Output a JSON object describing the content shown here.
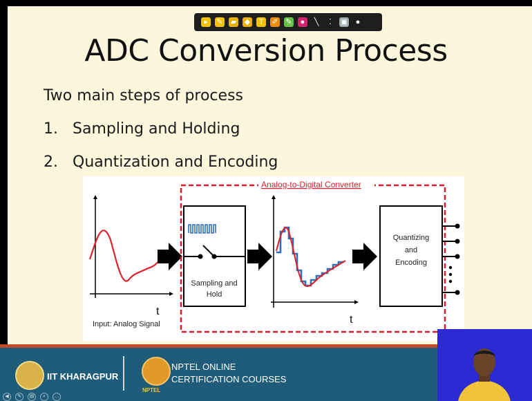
{
  "slide": {
    "title": "ADC Conversion Process",
    "intro": "Two main steps of process",
    "steps": [
      {
        "num": "1.",
        "label": "Sampling and Holding"
      },
      {
        "num": "2.",
        "label": "Quantization and Encoding"
      }
    ]
  },
  "diagram": {
    "adc_label": "Analog-to-Digital Converter",
    "input_caption": "Input: Analog Signal",
    "t_label": "t",
    "sampling_line1": "Sampling and",
    "sampling_line2": "Hold",
    "quant_line1": "Quantizing",
    "quant_line2": "and",
    "quant_line3": "Encoding",
    "colors": {
      "signal": "#e0202a",
      "held": "#2f6fb8",
      "adc_border": "#d61f2a"
    }
  },
  "toolbar": {
    "icons": [
      "pointer-arrow-icon",
      "pen-icon",
      "highlighter-icon",
      "eraser-icon",
      "text-icon",
      "pencil-icon",
      "marker-icon",
      "laser-pointer-icon",
      "shape-icon",
      "dots-icon",
      "screen-icon",
      "more-icon"
    ]
  },
  "footer": {
    "iit": "IIT KHARAGPUR",
    "nptel_line1": "NPTEL ONLINE",
    "nptel_line2": "CERTIFICATION COURSES",
    "nptel_small": "NPTEL",
    "colors": {
      "band": "#1f5c7a",
      "stripe": "#c54a2a"
    }
  }
}
